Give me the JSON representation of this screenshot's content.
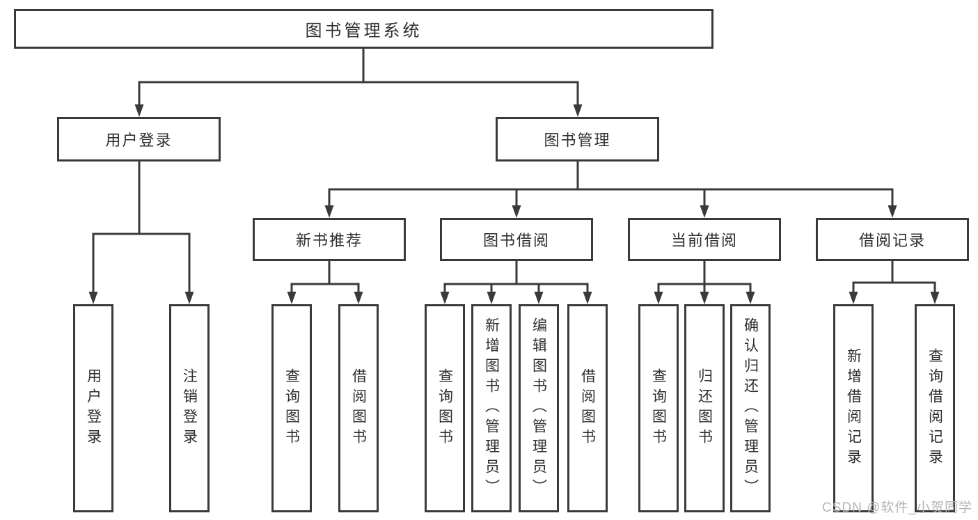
{
  "diagram": {
    "root": {
      "label": "图书管理系统"
    },
    "branches": [
      {
        "label": "用户登录",
        "children": [
          {
            "label": "用户登录"
          },
          {
            "label": "注销登录"
          }
        ]
      },
      {
        "label": "图书管理",
        "sections": [
          {
            "label": "新书推荐",
            "children": [
              {
                "label": "查询图书"
              },
              {
                "label": "借阅图书"
              }
            ]
          },
          {
            "label": "图书借阅",
            "children": [
              {
                "label": "查询图书"
              },
              {
                "label": "新增图书（管理员）"
              },
              {
                "label": "编辑图书（管理员）"
              },
              {
                "label": "借阅图书"
              }
            ]
          },
          {
            "label": "当前借阅",
            "children": [
              {
                "label": "查询图书"
              },
              {
                "label": "归还图书"
              },
              {
                "label": "确认归还（管理员）"
              }
            ]
          },
          {
            "label": "借阅记录",
            "children": [
              {
                "label": "新增借阅记录"
              },
              {
                "label": "查询借阅记录"
              }
            ]
          }
        ]
      }
    ]
  },
  "colors": {
    "line": "#3a3a3a",
    "box_border": "#3a3a3a",
    "text": "#2f2f2f",
    "watermark": "#b2b5ba",
    "background": "#ffffff"
  },
  "watermark": {
    "text": "CSDN @软件_小贺同学"
  }
}
